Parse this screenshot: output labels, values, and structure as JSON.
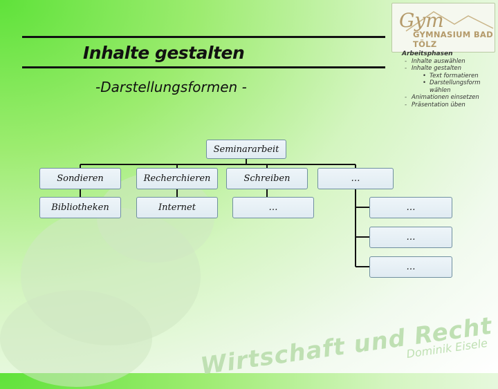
{
  "slide": {
    "title": "Inhalte gestalten",
    "subtitle": "-Darstellungsformen -"
  },
  "logo": {
    "lettering": "Gym",
    "school": "GYMNASIUM BAD TÖLZ"
  },
  "phases": {
    "heading": "Arbeitsphasen",
    "items": [
      {
        "label": "Inhalte auswählen"
      },
      {
        "label": "Inhalte gestalten",
        "sub": [
          "Text formatieren",
          "Darstellungsform wählen"
        ]
      },
      {
        "label": "Animationen einsetzen"
      },
      {
        "label": "Präsentation üben"
      }
    ]
  },
  "diagram": {
    "root": "Seminararbeit",
    "level1": [
      "Sondieren",
      "Recherchieren",
      "Schreiben",
      "…"
    ],
    "level2_left": [
      "Bibliotheken",
      "Internet",
      "…"
    ],
    "level2_right": [
      "…",
      "…",
      "…"
    ]
  },
  "watermark": {
    "title": "Wirtschaft und Recht",
    "author": "Dominik Eisele"
  }
}
